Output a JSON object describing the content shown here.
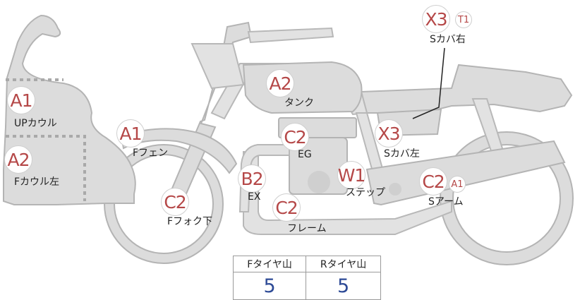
{
  "parts": [
    {
      "id": "up-cowl",
      "grade": "A1",
      "label": "UPカウル"
    },
    {
      "id": "f-cowl-left",
      "grade": "A2",
      "label": "Fカウル左"
    },
    {
      "id": "f-fender",
      "grade": "A1",
      "label": "Fフェン"
    },
    {
      "id": "f-fork-lower",
      "grade": "C2",
      "label": "Fフォク下"
    },
    {
      "id": "tank",
      "grade": "A2",
      "label": "タンク"
    },
    {
      "id": "engine",
      "grade": "C2",
      "label": "EG"
    },
    {
      "id": "exhaust",
      "grade": "B2",
      "label": "EX"
    },
    {
      "id": "frame",
      "grade": "C2",
      "label": "フレーム"
    },
    {
      "id": "step",
      "grade": "W1",
      "label": "ステップ"
    },
    {
      "id": "s-cover-left",
      "grade": "X3",
      "label": "Sカバ左"
    },
    {
      "id": "s-cover-right",
      "grade": "X3",
      "sub_grade": "T1",
      "label": "Sカバ右"
    },
    {
      "id": "swing-arm",
      "grade": "C2",
      "sub_grade": "A1",
      "label": "Sアーム"
    }
  ],
  "tire_table": {
    "headers": [
      "Fタイヤ山",
      "Rタイヤ山"
    ],
    "values": [
      "5",
      "5"
    ]
  }
}
